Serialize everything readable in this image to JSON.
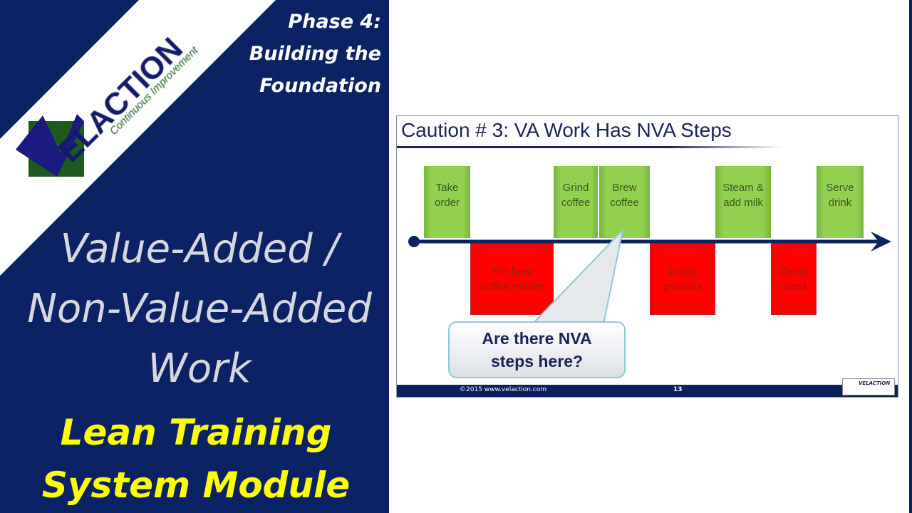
{
  "header": {
    "phase_lines": [
      "Phase 4:",
      "Building the",
      "Foundation"
    ]
  },
  "logo": {
    "brand": "VELACTION",
    "tagline": "Continuous Improvement"
  },
  "main_title": [
    "Value-Added /",
    "Non-Value-Added",
    "Work"
  ],
  "subtitle": [
    "Lean Training",
    "System Module"
  ],
  "slide": {
    "title": "Caution # 3: VA Work Has NVA Steps",
    "va_steps": [
      {
        "label1": "Take",
        "label2": "order"
      },
      {
        "label1": "Grind",
        "label2": "coffee"
      },
      {
        "label1": "Brew",
        "label2": "coffee"
      },
      {
        "label1": "Steam &",
        "label2": "add milk"
      },
      {
        "label1": "Serve",
        "label2": "drink"
      }
    ],
    "nva_steps": [
      {
        "label1": "Pre-heat",
        "label2": "coffee maker"
      },
      {
        "label1": "Dump",
        "label2": "grounds"
      },
      {
        "label1": "Clean",
        "label2": "wand"
      }
    ],
    "callout": [
      "Are there NVA",
      "steps here?"
    ],
    "footer": {
      "copyright": "©2015 www.velaction.com",
      "page": "13",
      "logo": "VELACTION"
    },
    "colors": {
      "va": "#92d050",
      "nva": "#ff0000",
      "navy": "#0b2365"
    }
  }
}
